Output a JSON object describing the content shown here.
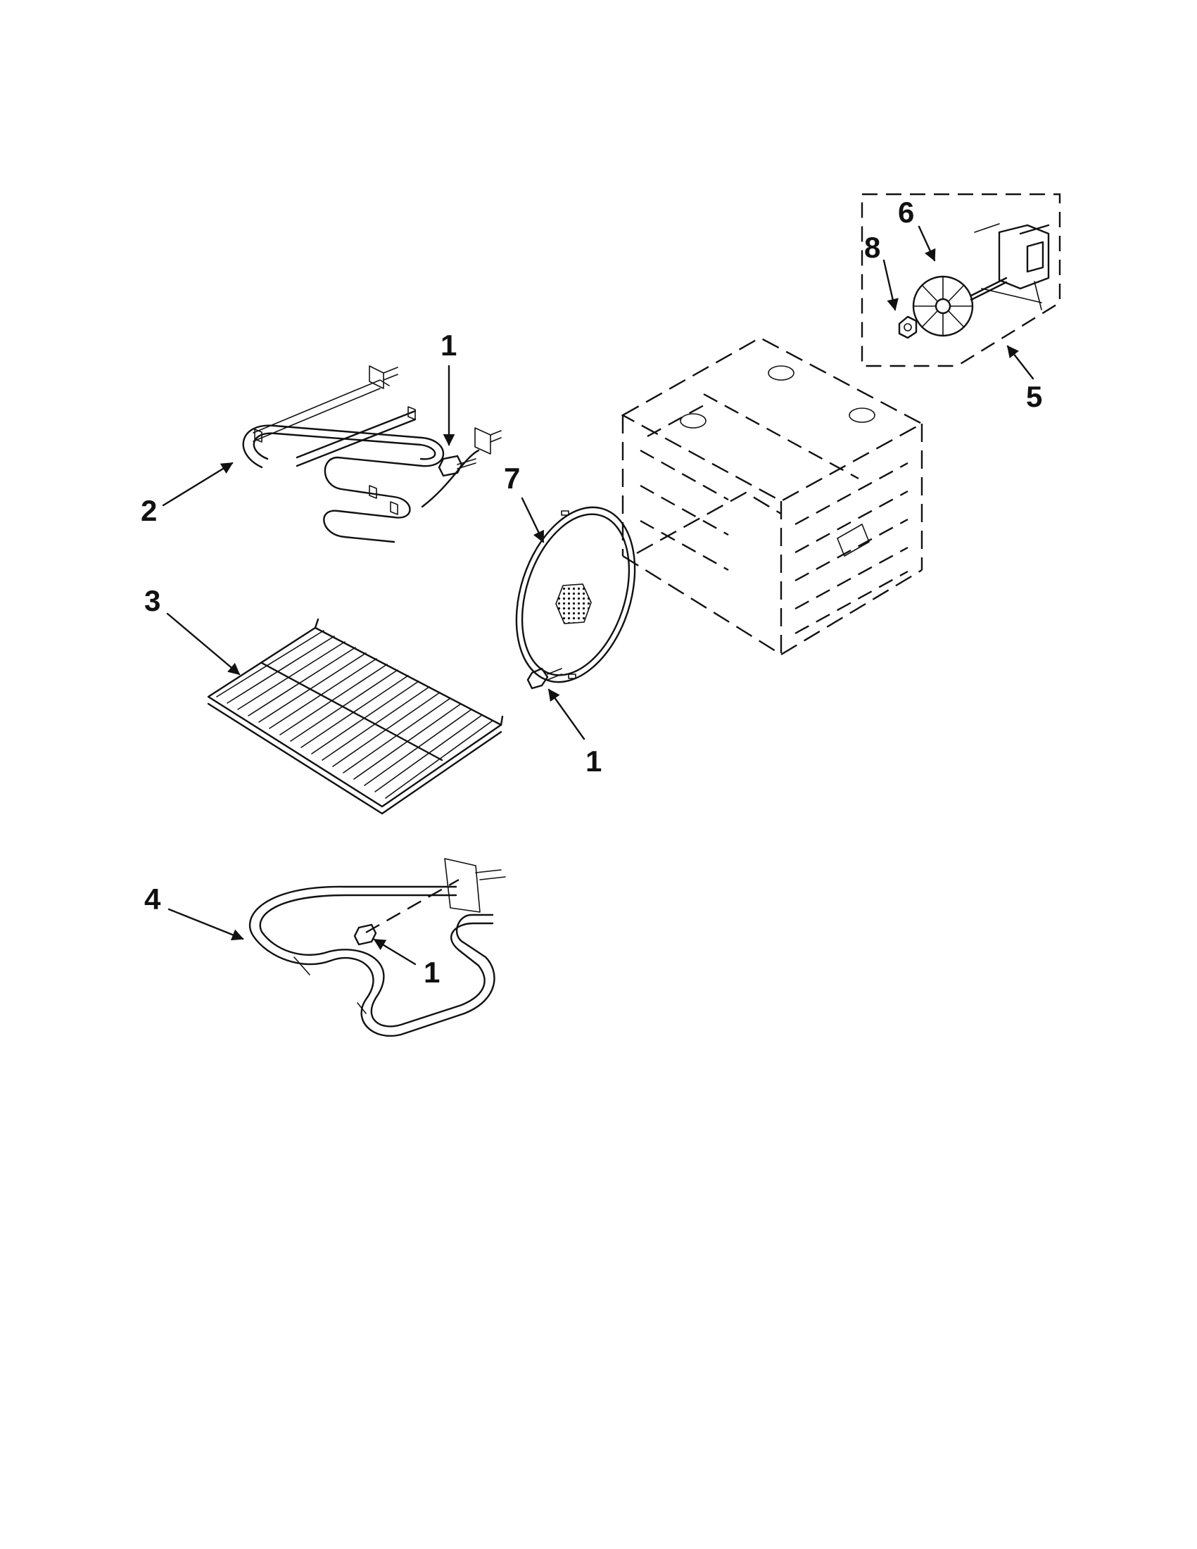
{
  "callouts": {
    "c1_top": "1",
    "c1_mid": "1",
    "c1_bottom": "1",
    "c2": "2",
    "c3": "3",
    "c4": "4",
    "c5": "5",
    "c6": "6",
    "c7": "7",
    "c8": "8"
  }
}
